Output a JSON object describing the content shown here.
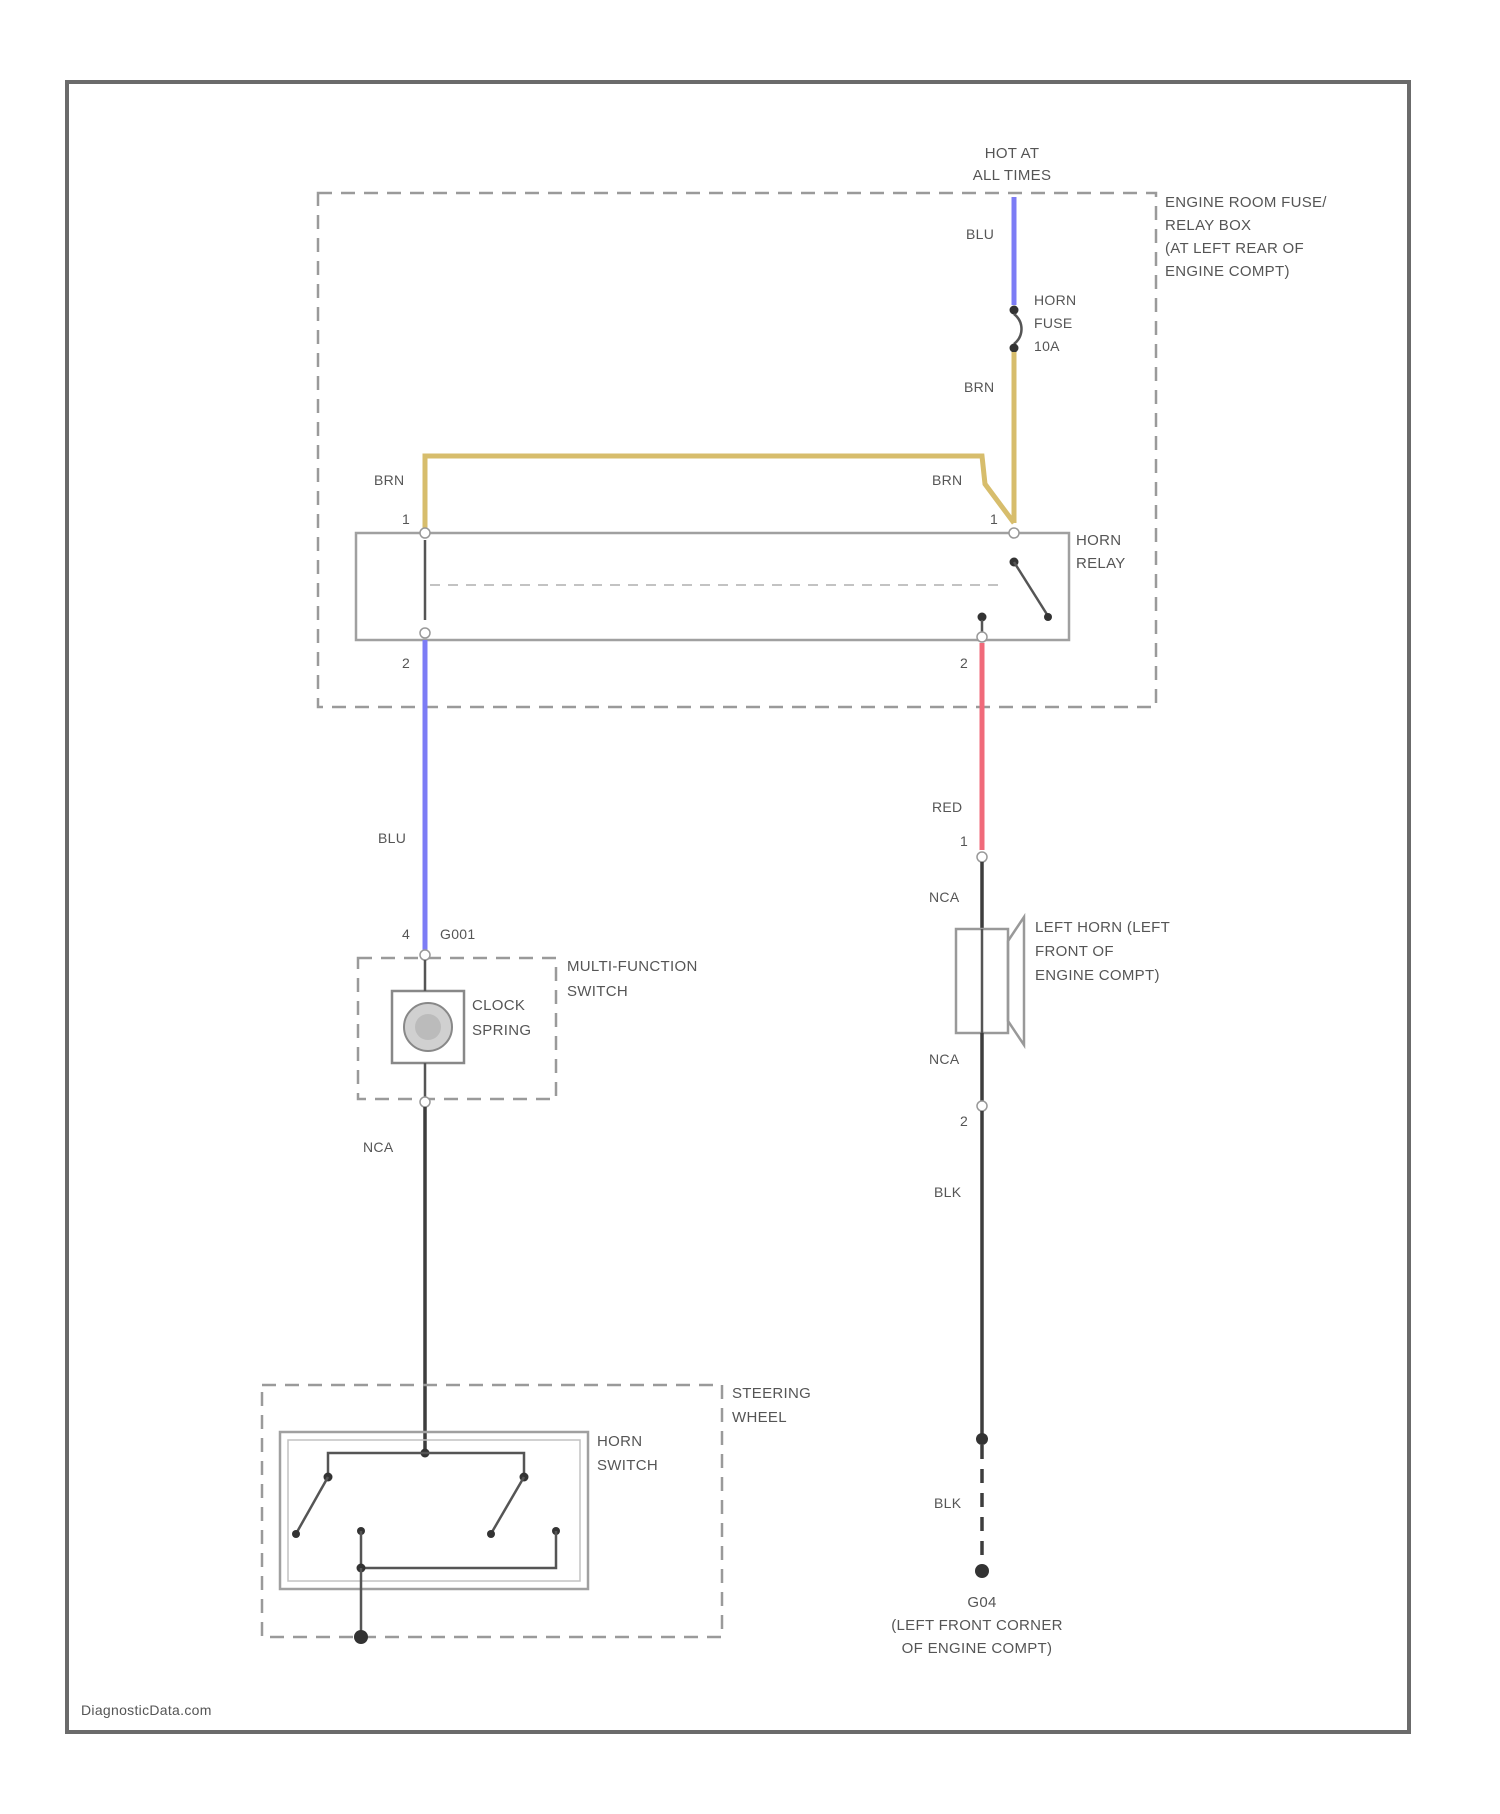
{
  "power": {
    "line1": "HOT AT",
    "line2": "ALL TIMES"
  },
  "fuse_box": {
    "line1": "ENGINE ROOM FUSE/",
    "line2": "RELAY BOX",
    "line3": "(AT LEFT REAR OF",
    "line4": "ENGINE COMPT)"
  },
  "fuse": {
    "line1": "HORN",
    "line2": "FUSE",
    "line3": "10A"
  },
  "relay": {
    "line1": "HORN",
    "line2": "RELAY"
  },
  "multifunction_switch": {
    "line1": "MULTI-FUNCTION",
    "line2": "SWITCH"
  },
  "clock_spring": {
    "line1": "CLOCK",
    "line2": "SPRING"
  },
  "left_horn": {
    "line1": "LEFT HORN (LEFT",
    "line2": "FRONT OF",
    "line3": "ENGINE COMPT)"
  },
  "steering_wheel": {
    "line1": "STEERING",
    "line2": "WHEEL"
  },
  "horn_switch": {
    "line1": "HORN",
    "line2": "SWITCH"
  },
  "ground": {
    "line1": "G04",
    "line2": "(LEFT FRONT CORNER",
    "line3": "OF ENGINE COMPT)"
  },
  "wire_labels": {
    "blu_top": "BLU",
    "brn_fuse": "BRN",
    "brn_left": "BRN",
    "brn_right": "BRN",
    "blu_left": "BLU",
    "red": "RED",
    "nca_horn_top": "NCA",
    "nca_horn_bottom": "NCA",
    "nca_left": "NCA",
    "blk_mid": "BLK",
    "blk_low": "BLK"
  },
  "pins": {
    "relay_1_left": "1",
    "relay_1_right": "1",
    "relay_2_left": "2",
    "relay_2_right": "2",
    "switch_4": "4",
    "switch_connector": "G001",
    "horn_1": "1",
    "horn_2": "2"
  },
  "watermark": "DiagnosticData.com",
  "colors": {
    "blue_wire": "#7c7cf5",
    "brown_wire": "#d7bd6c",
    "red_wire": "#f06a7a",
    "black_wire": "#3d3d3d"
  }
}
